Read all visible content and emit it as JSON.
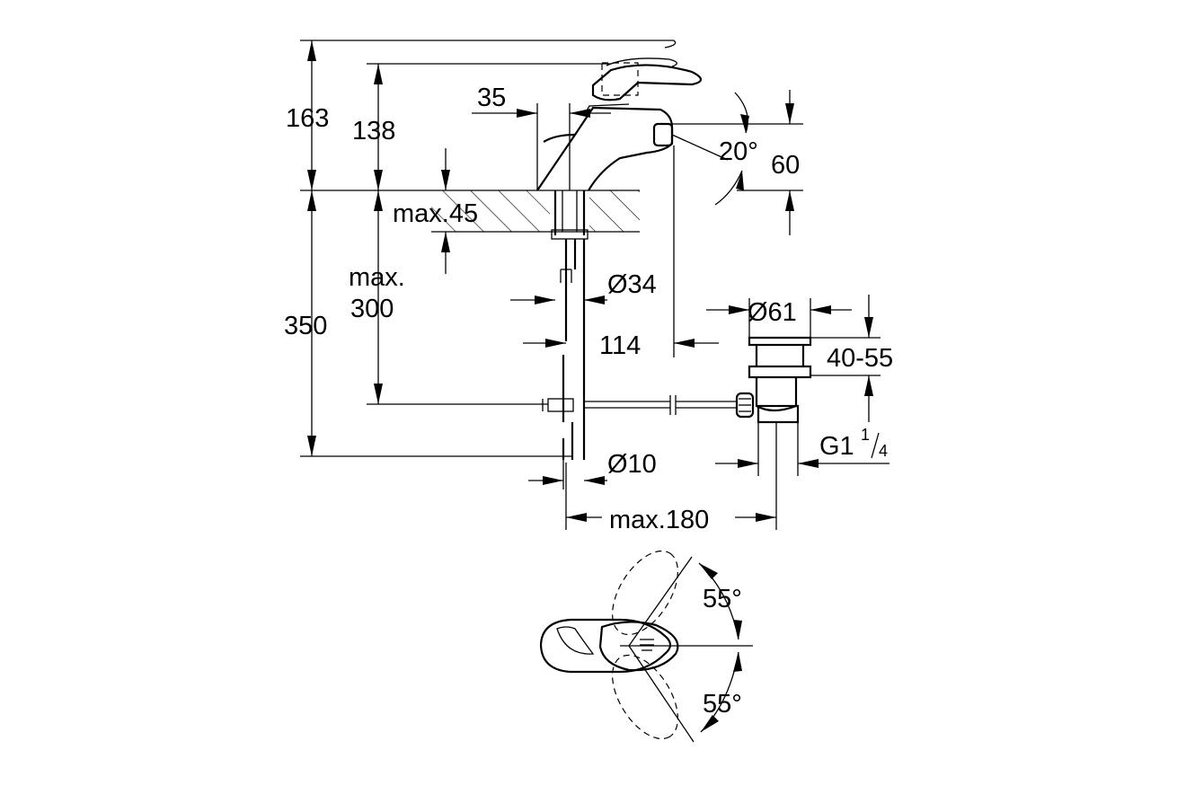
{
  "dimensions": {
    "d163": "163",
    "d138": "138",
    "d35": "35",
    "d20deg": "20°",
    "d60": "60",
    "max45": "max.45",
    "max300_line1": "max.",
    "max300_line2": "300",
    "d350": "350",
    "dia34": "Ø34",
    "d114": "114",
    "dia61": "Ø61",
    "d40_55": "40-55",
    "g1": "G1",
    "g1_num": "1",
    "g1_den": "4",
    "dia10": "Ø10",
    "max180": "max.180",
    "angle_top": "55°",
    "angle_bottom": "55°"
  }
}
